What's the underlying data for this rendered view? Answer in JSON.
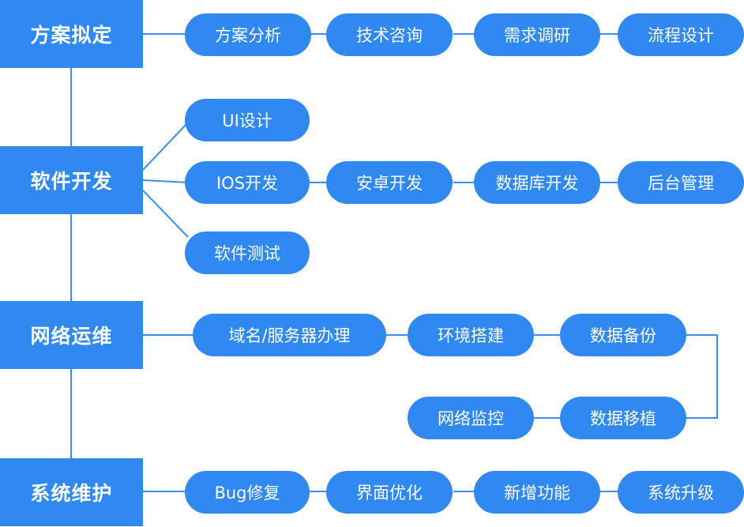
{
  "colors": {
    "box": "#2f89f0",
    "line": "#3b8ff0",
    "text": "#ffffff"
  },
  "stages": [
    {
      "label": "方案拟定",
      "steps": [
        "方案分析",
        "技术咨询",
        "需求调研",
        "流程设计"
      ]
    },
    {
      "label": "软件开发",
      "branches": [
        "UI设计",
        "软件测试"
      ],
      "steps": [
        "IOS开发",
        "安卓开发",
        "数据库开发",
        "后台管理"
      ]
    },
    {
      "label": "网络运维",
      "steps": [
        "域名/服务器办理",
        "环境搭建",
        "数据备份",
        "数据移植",
        "网络监控"
      ]
    },
    {
      "label": "系统维护",
      "steps": [
        "Bug修复",
        "界面优化",
        "新增功能",
        "系统升级"
      ]
    }
  ]
}
